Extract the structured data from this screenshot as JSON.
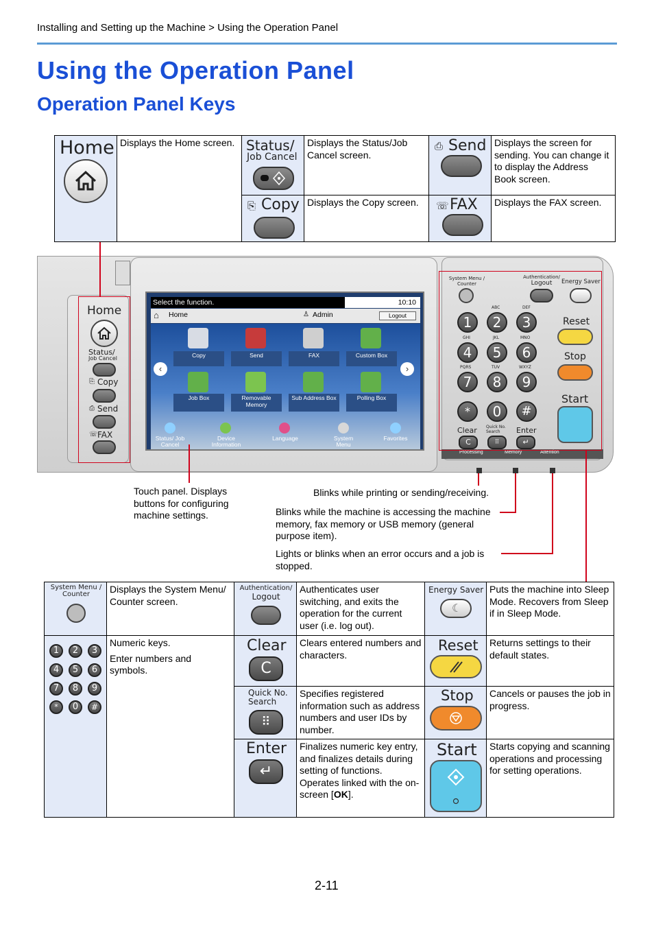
{
  "breadcrumb": "Installing and Setting up the Machine > Using the Operation Panel",
  "title": "Using the Operation Panel",
  "subtitle": "Operation Panel Keys",
  "top_table": {
    "home": {
      "key": "Home",
      "desc": "Displays the Home screen."
    },
    "status": {
      "key_line1": "Status/",
      "key_line2": "Job Cancel",
      "desc": "Displays the Status/Job Cancel screen."
    },
    "send": {
      "key": "Send",
      "desc": "Displays the screen for sending. You can change it to display the Address Book screen."
    },
    "copy": {
      "key": "Copy",
      "desc": "Displays the Copy screen."
    },
    "fax": {
      "key": "FAX",
      "desc": "Displays the FAX screen."
    }
  },
  "panel": {
    "left_keys": {
      "home": "Home",
      "status1": "Status/",
      "status2": "Job Cancel",
      "copy": "Copy",
      "send": "Send",
      "fax": "FAX"
    },
    "screen": {
      "prompt": "Select the function.",
      "time": "10:10",
      "home": "Home",
      "user": "Admin",
      "logout": "Logout",
      "tiles_row1": [
        "Copy",
        "Send",
        "FAX",
        "Custom Box"
      ],
      "tiles_row2": [
        "Job Box",
        "Removable Memory",
        "Sub Address Box",
        "Polling Box"
      ],
      "bottom": [
        "Status/ Job Cancel",
        "Device Information",
        "Language",
        "System Menu",
        "Favorites"
      ]
    },
    "right": {
      "system_menu1": "System Menu /",
      "system_menu2": "Counter",
      "auth1": "Authentication/",
      "auth2": "Logout",
      "energy": "Energy Saver",
      "reset": "Reset",
      "stop": "Stop",
      "start": "Start",
      "clear": "Clear",
      "quick1": "Quick No.",
      "quick2": "Search",
      "enter": "Enter",
      "letters": [
        "ABC",
        "DEF",
        "GHI",
        "JKL",
        "MNO",
        "PQRS",
        "TUV",
        "WXYZ"
      ],
      "digits": [
        "1",
        "2",
        "3",
        "4",
        "5",
        "6",
        "7",
        "8",
        "9",
        "0"
      ],
      "indicators": [
        "Processing",
        "Memory",
        "Attention"
      ]
    }
  },
  "annotations": {
    "touch_panel": "Touch panel. Displays buttons for configuring machine settings.",
    "processing": "Blinks while printing or sending/receiving.",
    "memory": "Blinks while the machine is accessing the machine memory, fax memory or USB memory (general purpose item).",
    "attention": "Lights or blinks when an error occurs and a job is stopped."
  },
  "bottom_table": {
    "system_menu": {
      "key_line1": "System Menu /",
      "key_line2": "Counter",
      "desc": "Displays the System Menu/ Counter screen."
    },
    "auth": {
      "key_line1": "Authentication/",
      "key_line2": "Logout",
      "desc": "Authenticates user switching, and exits the operation for the current user (i.e. log out)."
    },
    "energy": {
      "key": "Energy Saver",
      "desc": "Puts the machine into Sleep Mode. Recovers from Sleep if in Sleep Mode."
    },
    "numeric": {
      "desc1": "Numeric keys.",
      "desc2": "Enter numbers and symbols."
    },
    "clear": {
      "key": "Clear",
      "desc": "Clears entered numbers and characters."
    },
    "reset": {
      "key": "Reset",
      "desc": "Returns settings to their default states."
    },
    "quick": {
      "key_line1": "Quick No.",
      "key_line2": "Search",
      "desc": "Specifies registered information such as address numbers and user IDs by number."
    },
    "stop": {
      "key": "Stop",
      "desc": "Cancels or pauses the job in progress."
    },
    "enter": {
      "key": "Enter",
      "desc_pre": "Finalizes numeric key entry, and finalizes details during setting of functions. Operates linked with the on-screen [",
      "desc_ok": "OK",
      "desc_post": "]."
    },
    "start": {
      "key": "Start",
      "desc": "Starts copying and scanning operations and processing for setting operations."
    }
  },
  "page_number": "2-11",
  "colors": {
    "heading": "#1a4fd6",
    "rule": "#5b9bd5",
    "key_bg": "#e3eaf8",
    "callout": "#d0021b",
    "reset": "#f5d742",
    "stop": "#f08a2c",
    "start": "#5fc8e8"
  }
}
